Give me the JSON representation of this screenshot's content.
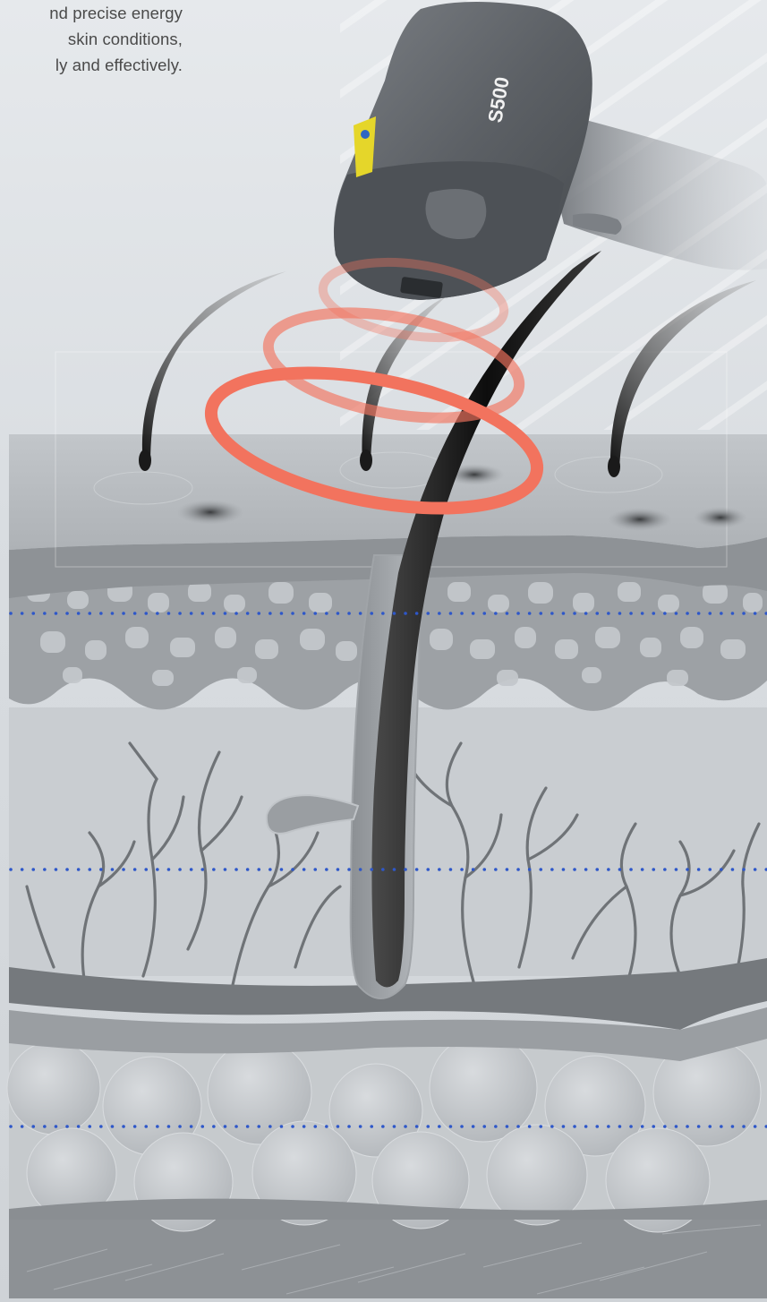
{
  "caption": {
    "line1": "nd precise energy",
    "line2": "skin conditions,",
    "line3": "ly and effectively."
  },
  "device": {
    "model_label": "S500"
  },
  "colors": {
    "background": "#dfe3e7",
    "skin_surface": "#b9bdc1",
    "epidermis_band": "#8e9296",
    "hair": "#121212",
    "energy_rings": "#f2735e",
    "depth_guides": "#2e57c9",
    "device_body": "#5b5f64",
    "warning_label": "#e5d62a"
  },
  "layers": [
    "surface",
    "epidermis",
    "dermis",
    "hypodermis",
    "fat",
    "muscle"
  ],
  "depth_guides_count": 3
}
